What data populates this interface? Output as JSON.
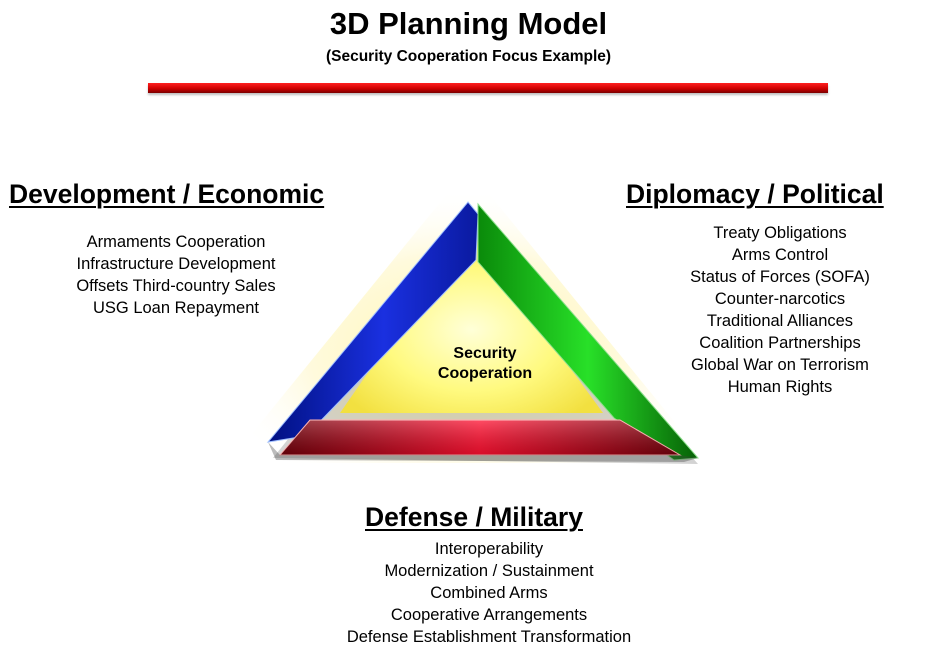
{
  "header": {
    "title": "3D Planning Model",
    "subtitle": "(Security Cooperation Focus Example)"
  },
  "center": {
    "label_line1": "Security",
    "label_line2": "Cooperation"
  },
  "development": {
    "heading": "Development / Economic",
    "items": [
      "Armaments Cooperation",
      "Infrastructure Development",
      "Offsets Third-country Sales",
      "USG Loan Repayment"
    ]
  },
  "diplomacy": {
    "heading": "Diplomacy / Political",
    "items": [
      "Treaty Obligations",
      "Arms Control",
      "Status of Forces (SOFA)",
      "Counter-narcotics",
      "Traditional Alliances",
      "Coalition Partnerships",
      "Global War on Terrorism",
      "Human Rights"
    ]
  },
  "defense": {
    "heading": "Defense / Military",
    "items": [
      "Interoperability",
      "Modernization  / Sustainment",
      "Combined Arms",
      "Cooperative Arrangements",
      "Defense Establishment Transformation"
    ]
  },
  "colors": {
    "development_side": "#1020c0",
    "diplomacy_side": "#10b010",
    "defense_side": "#e00010",
    "center_fill": "#fff86a",
    "glow": "#fff6a0",
    "title_rule": "#d00000"
  }
}
